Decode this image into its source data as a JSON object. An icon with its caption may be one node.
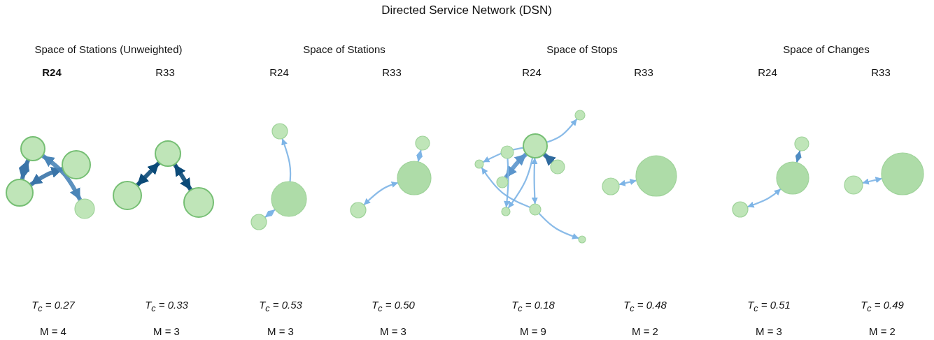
{
  "diagram": {
    "title": "Directed Service Network (DSN)",
    "nodes": [
      {
        "text": [],
        "shape": "circle"
      },
      {
        "text": [],
        "shape": "circle"
      },
      {
        "text": [],
        "shape": "circle"
      },
      {
        "text": [],
        "shape": "circle"
      },
      {
        "text": [],
        "shape": "circle"
      },
      {
        "text": [],
        "shape": "circle"
      },
      {
        "text": [],
        "shape": "circle"
      },
      {
        "text": [],
        "shape": "circle"
      },
      {
        "text": [],
        "shape": "circle"
      },
      {
        "text": [],
        "shape": "circle"
      },
      {
        "text": [],
        "shape": "circle"
      },
      {
        "text": [],
        "shape": "circle"
      },
      {
        "text": [],
        "shape": "circle"
      },
      {
        "text": [],
        "shape": "circle"
      },
      {
        "text": [],
        "shape": "circle"
      },
      {
        "text": [],
        "shape": "circle"
      },
      {
        "text": [],
        "shape": "circle"
      },
      {
        "text": [],
        "shape": "circle"
      },
      {
        "text": [],
        "shape": "circle"
      },
      {
        "text": [],
        "shape": "circle"
      },
      {
        "text": [],
        "shape": "circle"
      },
      {
        "text": [],
        "shape": "circle"
      },
      {
        "text": [],
        "shape": "circle"
      },
      {
        "text": [],
        "shape": "circle"
      },
      {
        "text": [],
        "shape": "circle"
      },
      {
        "text": [],
        "shape": "circle"
      },
      {
        "text": [],
        "shape": "circle"
      },
      {
        "text": [],
        "shape": "circle"
      },
      {
        "text": [],
        "shape": "circle"
      }
    ],
    "edges": [
      {
        "from": 0,
        "to": 2,
        "arrow": "both",
        "style": "thick",
        "color": "#3a74a8"
      },
      {
        "from": 1,
        "to": 2,
        "arrow": "both",
        "style": "thick",
        "color": "#3a74a8"
      },
      {
        "from": 0,
        "to": 3,
        "arrow": "both",
        "style": "thick",
        "color": "#4a85b8"
      },
      {
        "from": 4,
        "to": 5,
        "arrow": "both",
        "style": "thick",
        "color": "#0b4a78"
      },
      {
        "from": 4,
        "to": 6,
        "arrow": "both",
        "style": "thick",
        "color": "#0b4a78"
      },
      {
        "from": 8,
        "to": 7,
        "arrow": "to"
      },
      {
        "from": 8,
        "to": 9,
        "arrow": "both"
      },
      {
        "from": 11,
        "to": 10,
        "arrow": "both"
      },
      {
        "from": 11,
        "to": 12,
        "arrow": "both"
      },
      {
        "from": 14,
        "to": 13,
        "arrow": "to"
      },
      {
        "from": 14,
        "to": 16,
        "arrow": "to"
      },
      {
        "from": 17,
        "to": 14,
        "arrow": "to",
        "style": "thick",
        "color": "#2f6a9e"
      },
      {
        "from": 14,
        "to": 18,
        "arrow": "both",
        "style": "thick",
        "color": "#5b95cc"
      },
      {
        "from": 15,
        "to": 20,
        "arrow": "to"
      },
      {
        "from": 14,
        "to": 20,
        "arrow": "to"
      },
      {
        "from": 14,
        "to": 19,
        "arrow": "both"
      },
      {
        "from": 19,
        "to": 16,
        "arrow": "to"
      },
      {
        "from": 19,
        "to": 21,
        "arrow": "to"
      },
      {
        "from": 22,
        "to": 23,
        "arrow": "both"
      },
      {
        "from": 25,
        "to": 24,
        "arrow": "both",
        "color": "#4f8cc2"
      },
      {
        "from": 25,
        "to": 26,
        "arrow": "both"
      },
      {
        "from": 27,
        "to": 28,
        "arrow": "both"
      }
    ],
    "labels": [
      "Space of Stations (Unweighted)",
      "Space of Stations",
      "Space of Stops",
      "Space of Changes",
      "R24",
      "R33",
      "R24",
      "R33",
      "R24",
      "R33",
      "R24",
      "R33",
      "T$_{c}$ = 0.27",
      "T$_{c}$ = 0.33",
      "T$_{c}$ = 0.53",
      "T$_{c}$ = 0.50",
      "T$_{c}$ = 0.18",
      "T$_{c}$ = 0.48",
      "T$_{c}$ = 0.51",
      "T$_{c}$ = 0.49",
      "M = 4",
      "M = 3",
      "M = 3",
      "M = 3",
      "M = 9",
      "M = 2",
      "M = 3",
      "M = 2"
    ]
  }
}
